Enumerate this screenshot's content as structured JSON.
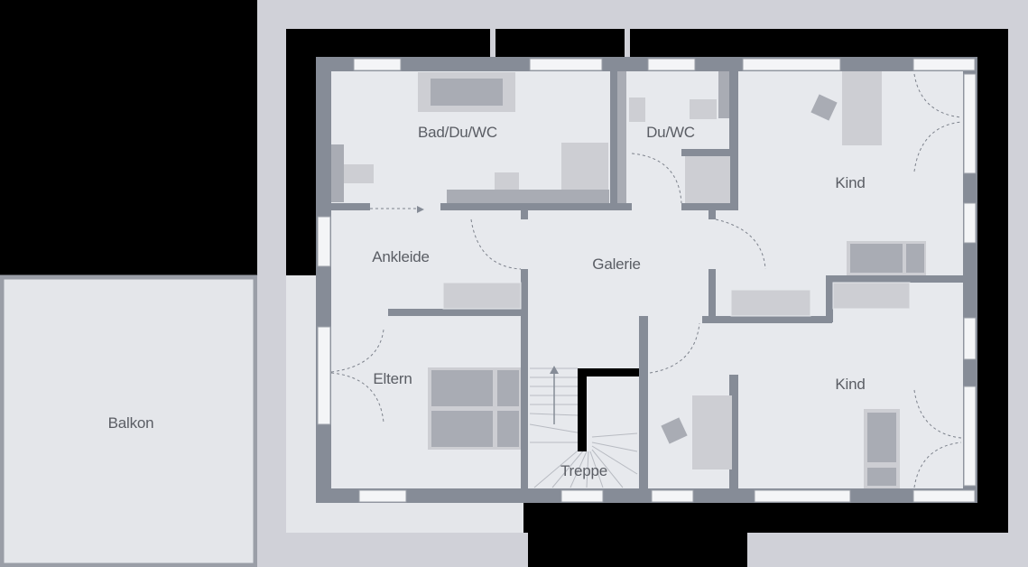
{
  "rooms": {
    "bad": "Bad/Du/WC",
    "duwc": "Du/WC",
    "kind_top": "Kind",
    "ankleide": "Ankleide",
    "galerie": "Galerie",
    "eltern": "Eltern",
    "kind_bottom": "Kind",
    "treppe": "Treppe",
    "balkon": "Balkon"
  },
  "colors": {
    "background": "#d0d1d8",
    "void": "#000000",
    "wall": "#868c97",
    "floor": "#e7e9ed",
    "furniture_dark": "#a9acb4",
    "furniture_light": "#cdced3",
    "text": "#5a5d64"
  }
}
